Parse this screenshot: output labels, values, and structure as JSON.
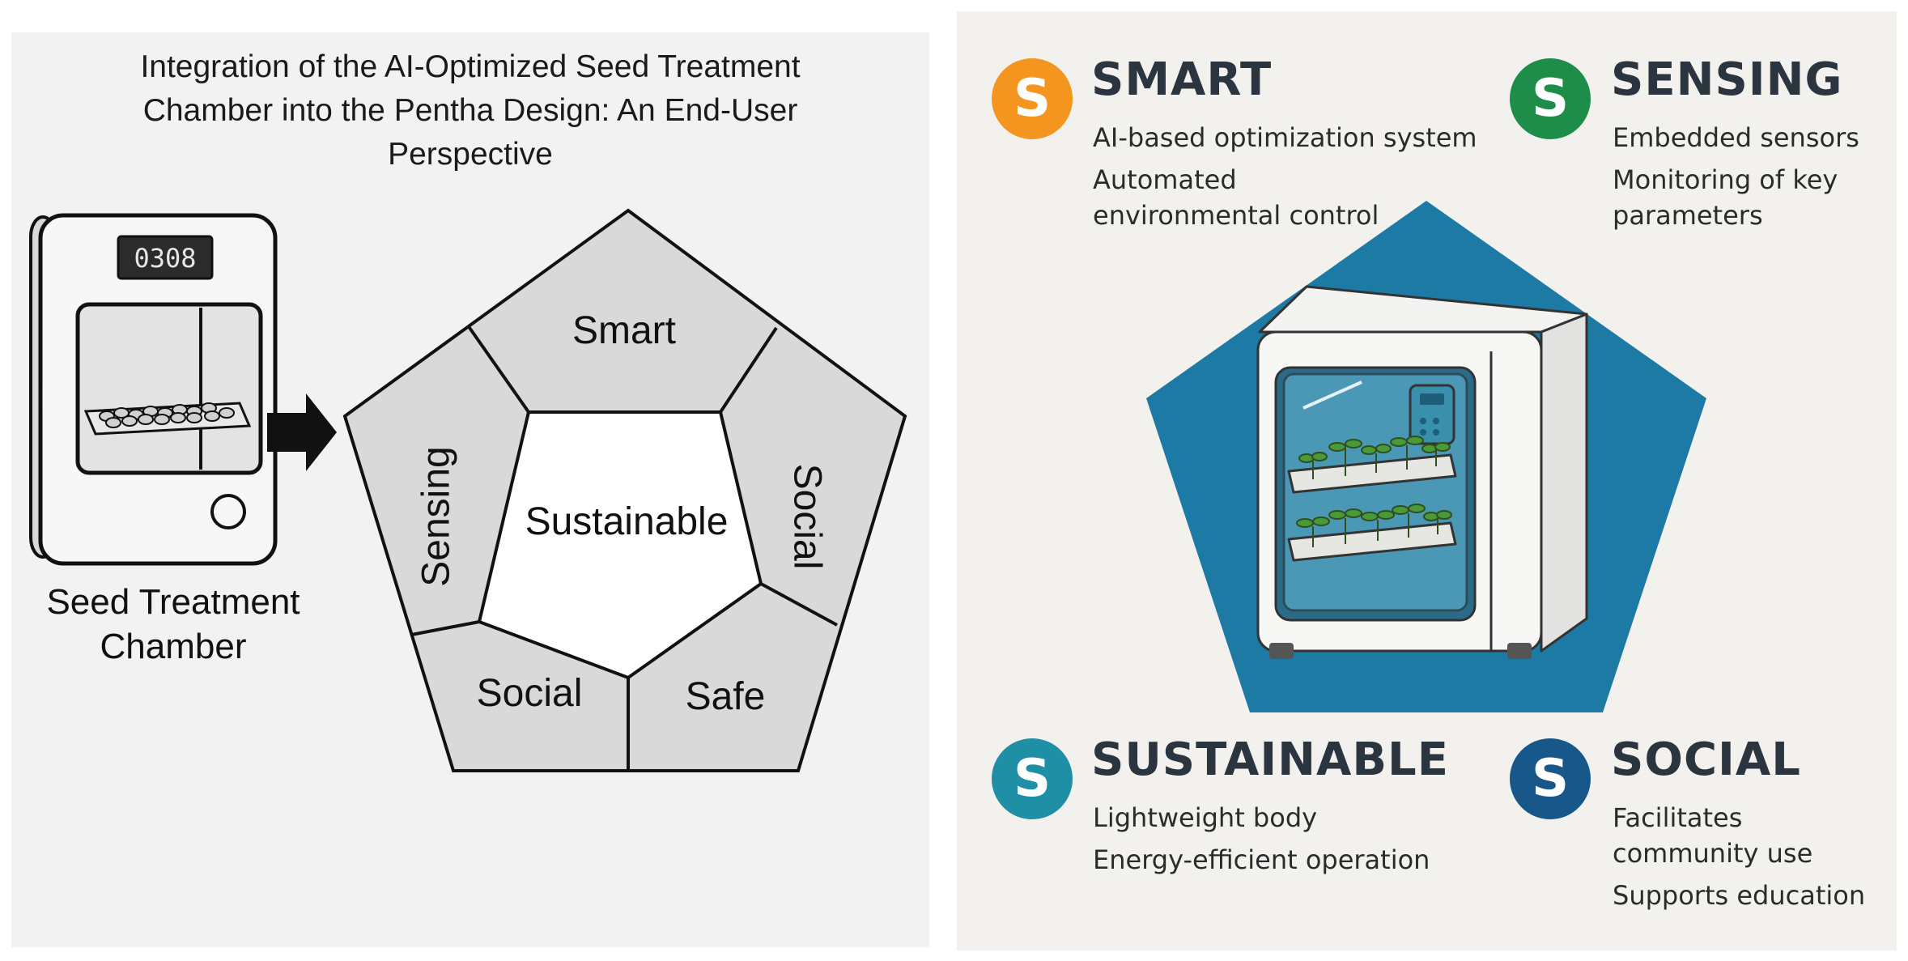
{
  "left": {
    "title_lines": [
      "Integration of the AI-Optimized Seed Treatment",
      "Chamber into the Pentha Design: An End-User",
      "Perspective"
    ],
    "display_readout": "0308",
    "chamber_caption_lines": [
      "Seed Treatment",
      "Chamber"
    ],
    "pentagon_labels": {
      "top": "Smart",
      "left": "Sensing",
      "right": "Social",
      "bottom_left": "Social",
      "bottom_right": "Safe",
      "center": "Sustainable"
    }
  },
  "right": {
    "pillars": [
      {
        "badge": "S",
        "name": "SMART",
        "color": "#f4951f",
        "items": [
          "AI-based optimization system",
          "Automated",
          "environmental control"
        ]
      },
      {
        "badge": "S",
        "name": "SENSING",
        "color": "#1f8d4a",
        "items": [
          "Embedded sensors",
          "Monitoring of key",
          "parameters"
        ]
      },
      {
        "badge": "S",
        "name": "SUSTAINABLE",
        "color": "#1f8fa6",
        "items": [
          "Lightweight body",
          "Energy-efficient operation"
        ]
      },
      {
        "badge": "S",
        "name": "SOCIAL",
        "color": "#17578a",
        "items": [
          "Facilitates",
          "community use",
          "Supports education"
        ]
      }
    ],
    "pentagon_color": "#1d7aa5"
  }
}
